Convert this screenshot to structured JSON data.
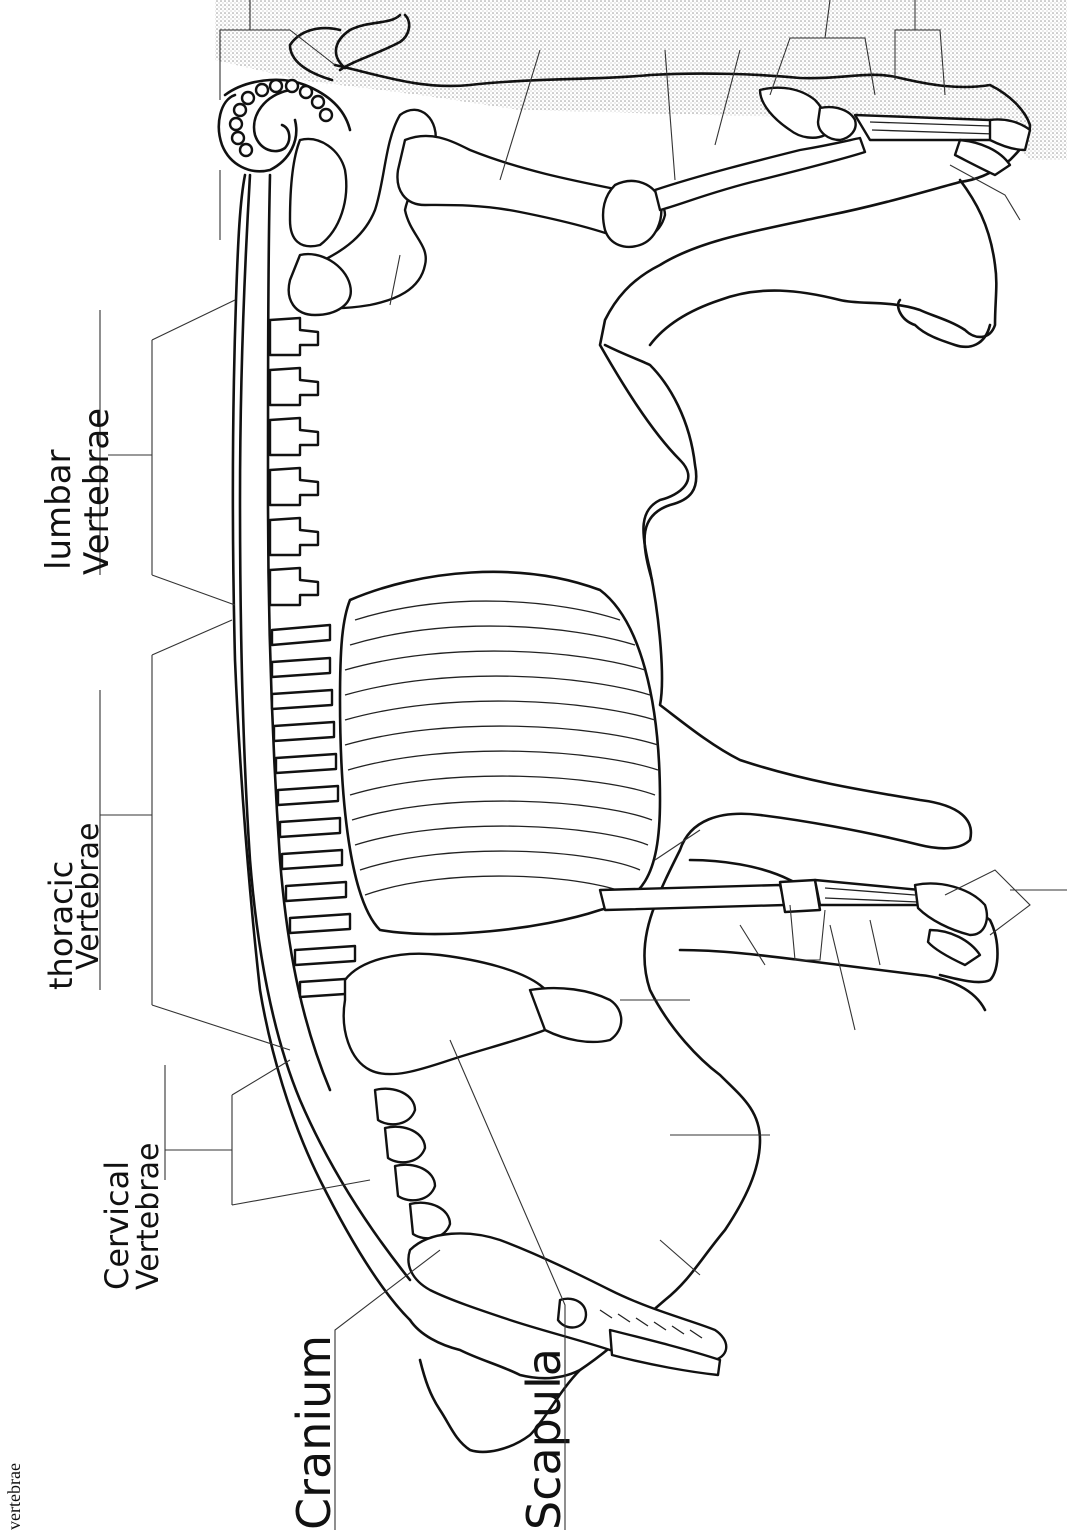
{
  "diagram": {
    "corner_caption": "vertebrae",
    "labels": {
      "lumbar_line1": "lumbar",
      "lumbar_line2": "Vertebrae",
      "thoracic_line1": "thoracic",
      "thoracic_line2": "Vertebrae",
      "cervical_line1": "Cervical",
      "cervical_line2": "Vertebrae",
      "cranium": "Cranium",
      "scapula": "Scapula"
    }
  },
  "colors": {
    "ink": "#111111",
    "paper": "#ffffff",
    "screen_tone": "#bdbdbd"
  }
}
